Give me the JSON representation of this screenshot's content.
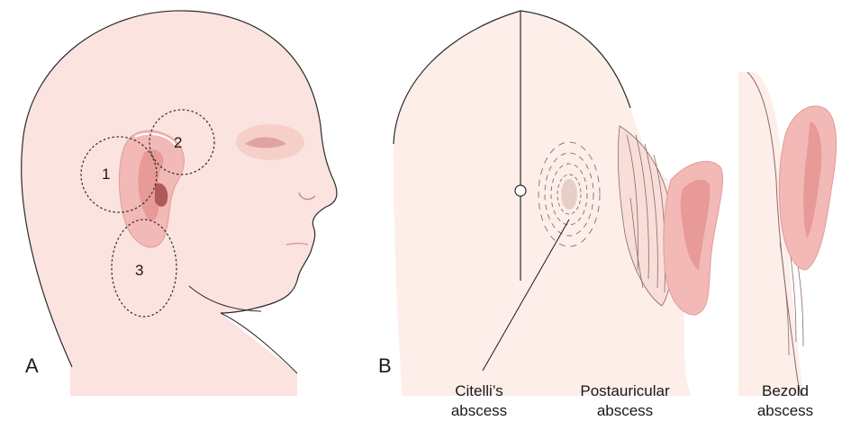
{
  "panels": [
    {
      "letter": "A"
    },
    {
      "letter": "B"
    }
  ],
  "zones": [
    "1",
    "2",
    "3"
  ],
  "captions": [
    {
      "line1": "Citelli’s",
      "line2": "abscess"
    },
    {
      "line1": "Postauricular",
      "line2": "abscess"
    },
    {
      "line1": "Bezold",
      "line2": "abscess"
    }
  ],
  "colors": {
    "skin": "#fbe3df",
    "skin_light": "#fdeeea",
    "ear": "#f2b9b6",
    "ear_dark": "#e79a97",
    "canal": "#b0595a",
    "outline": "#2b2b2b"
  }
}
